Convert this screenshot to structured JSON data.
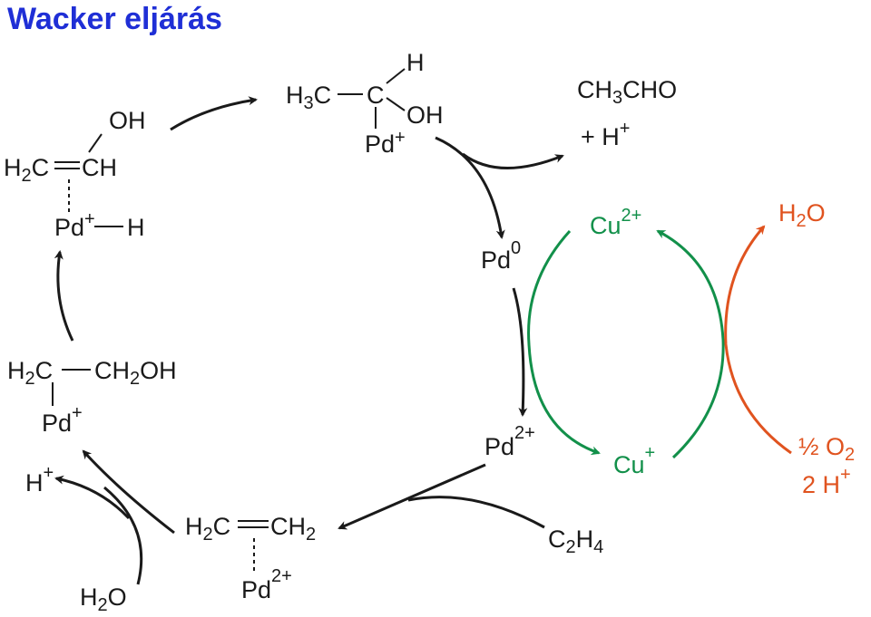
{
  "title": "Wacker eljárás",
  "colors": {
    "title": "#1f2fd6",
    "main": "#1a1a1a",
    "copper": "#12904a",
    "oxygen": "#e0531f"
  },
  "species": {
    "hydroxy_ethyl_pd": {
      "h3": "H",
      "c3": "3",
      "c": "C",
      "c_top": "C",
      "h_top": "H",
      "oh": "OH",
      "pd": "Pd",
      "pd_charge": "+"
    },
    "acetaldehyde": {
      "ch": "CH",
      "sub": "3",
      "cho": "CHO",
      "plus_h": "+ H",
      "charge": "+"
    },
    "pd0": {
      "pd": "Pd",
      "charge": "0"
    },
    "cu2": {
      "cu": "Cu",
      "charge": "2+"
    },
    "water_out": {
      "h": "H",
      "sub": "2",
      "o": "O"
    },
    "enol_pd_h": {
      "oh": "OH",
      "h2c": "H",
      "sub": "2",
      "c": "C",
      "ch": "CH",
      "pd": "Pd",
      "pd_charge": "+",
      "h": "H"
    },
    "hydroxyethyl2": {
      "h": "H",
      "sub": "2",
      "c": "C",
      "ch": "CH",
      "sub2": "2",
      "oh": "OH",
      "pd": "Pd",
      "pd_charge": "+"
    },
    "h_plus": {
      "h": "H",
      "charge": "+"
    },
    "pd2": {
      "pd": "Pd",
      "charge": "2+"
    },
    "cu1": {
      "cu": "Cu",
      "charge": "+"
    },
    "oxygen_in": {
      "half": "½ O",
      "sub": "2",
      "two_h": "2 H",
      "charge": "+"
    },
    "ethene_pd": {
      "h": "H",
      "sub": "2",
      "c": "C",
      "ch": "CH",
      "sub2": "2",
      "pd": "Pd",
      "charge": "2+"
    },
    "ethene": {
      "c": "C",
      "sub": "2",
      "h": "H",
      "sub2": "4"
    },
    "water_in": {
      "h": "H",
      "sub": "2",
      "o": "O"
    }
  }
}
